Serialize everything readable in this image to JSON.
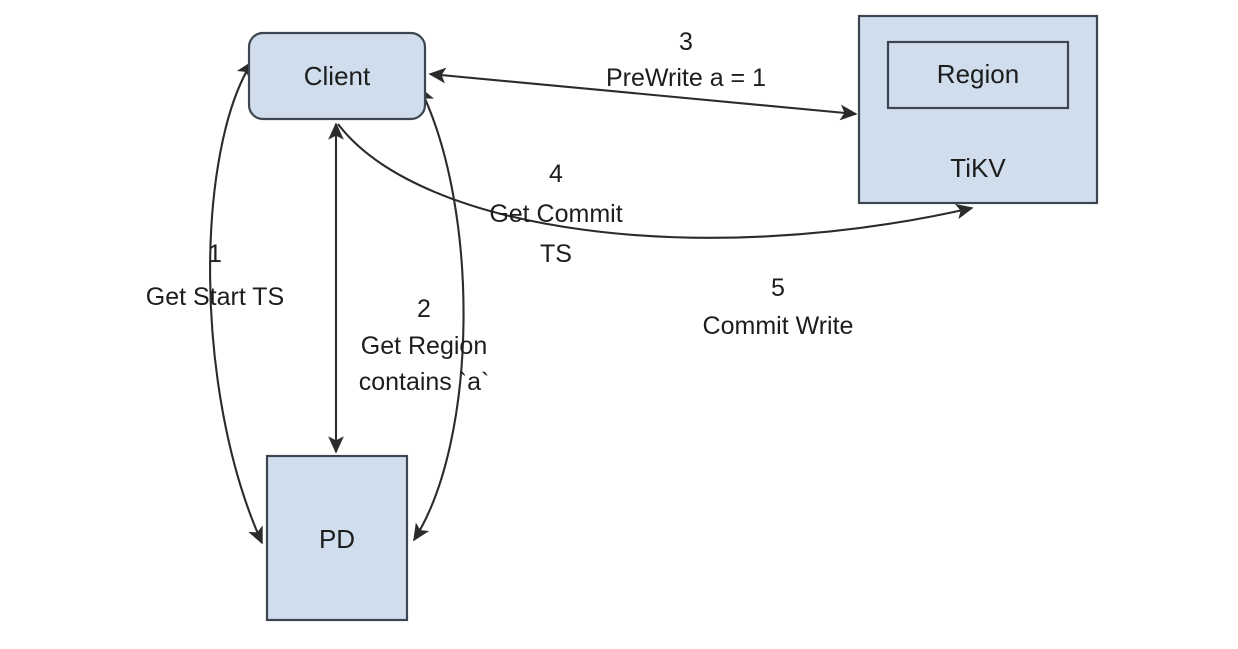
{
  "diagram": {
    "title": "TiKV two-phase commit transaction flow",
    "colors": {
      "node_fill": "#cfdded",
      "node_stroke": "#3d4650",
      "edge_stroke": "#2b2b2b",
      "text": "#1d1d1d",
      "background": "#ffffff"
    },
    "nodes": [
      {
        "id": "client",
        "label": "Client",
        "shape": "rounded-rect"
      },
      {
        "id": "pd",
        "label": "PD",
        "shape": "rect"
      },
      {
        "id": "tikv",
        "label": "TiKV",
        "shape": "rect"
      },
      {
        "id": "region",
        "label": "Region",
        "shape": "rect"
      }
    ],
    "edges": [
      {
        "id": "edge-1",
        "number": "1",
        "label": "Get Start TS",
        "from": "client",
        "to": "pd",
        "direction": "bidirectional"
      },
      {
        "id": "edge-2",
        "number": "2",
        "label_line1": "Get Region",
        "label_line2": "contains `a`",
        "from": "client",
        "to": "pd",
        "direction": "bidirectional"
      },
      {
        "id": "edge-3",
        "number": "3",
        "label": "PreWrite a = 1",
        "from": "client",
        "to": "tikv",
        "direction": "bidirectional"
      },
      {
        "id": "edge-4",
        "number": "4",
        "label_line1": "Get Commit",
        "label_line2": "TS",
        "from": "client",
        "to": "pd",
        "direction": "to-pd"
      },
      {
        "id": "edge-5",
        "number": "5",
        "label": "Commit Write",
        "from": "client",
        "to": "tikv",
        "direction": "to-tikv"
      }
    ]
  }
}
